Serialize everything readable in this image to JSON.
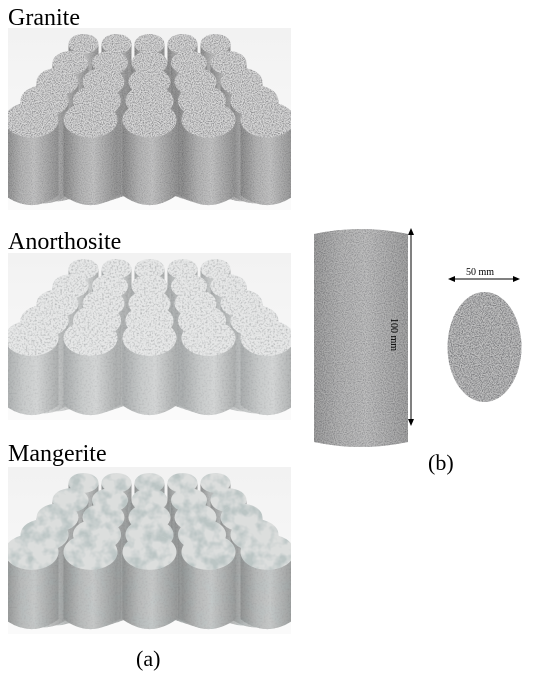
{
  "panels": {
    "granite": {
      "label": "Granite"
    },
    "anorthosite": {
      "label": "Anorthosite"
    },
    "mangerite": {
      "label": "Mangerite"
    }
  },
  "specimen": {
    "height_label": "100 mm",
    "diameter_label": "50 mm"
  },
  "captions": {
    "a": "(a)",
    "b": "(b)"
  }
}
